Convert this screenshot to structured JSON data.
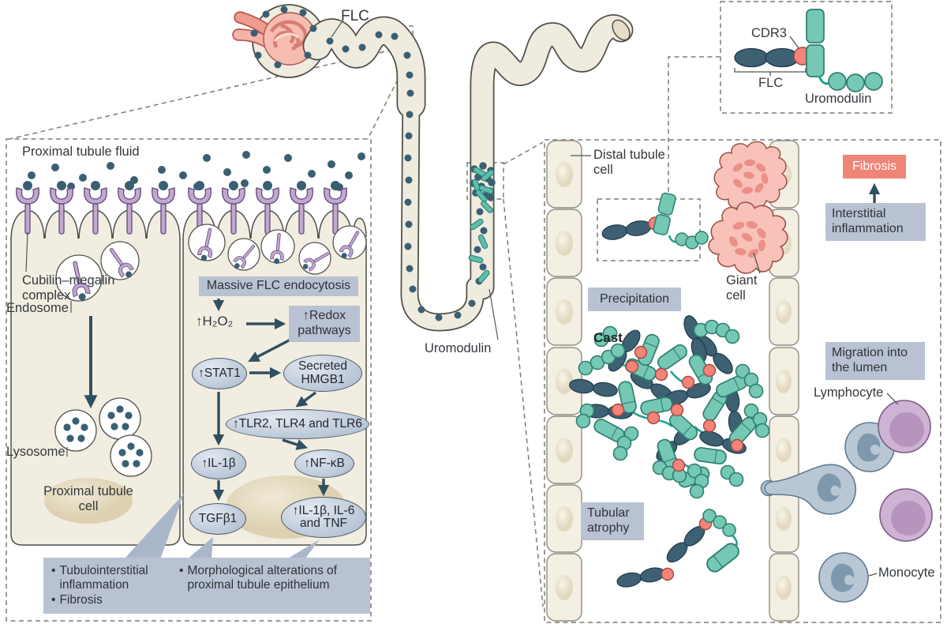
{
  "nephron": {
    "flc_label": "FLC",
    "uromodulin_label": "Uromodulin"
  },
  "inset": {
    "cdr3_label": "CDR3",
    "flc_label": "FLC",
    "uromodulin_label": "Uromodulin"
  },
  "left_panel": {
    "title": "Proximal tubule fluid",
    "cubilin_megalin_label": "Cubilin–megalin complex",
    "endosome_label": "Endosome",
    "lysosome_label": "Lysosome",
    "cell_label": "Proximal tubule cell",
    "pathway": {
      "endocytosis": "Massive FLC endocytosis",
      "h2o2": "↑H₂O₂",
      "redox": "↑Redox pathways",
      "stat1": "↑STAT1",
      "hmgb1": "Secreted HMGB1",
      "tlr": "↑TLR2, TLR4 and TLR6",
      "il1b": "↑IL-1β",
      "nfkb": "↑NF-κB",
      "tgfb1": "TGFβ1",
      "il1b_il6_tnf": "↑IL-1β, IL-6 and TNF"
    },
    "callouts": {
      "left": [
        "Tubulointerstitial inflammation",
        "Fibrosis"
      ],
      "right": [
        "Morphological alterations of proximal tubule epithelium"
      ]
    }
  },
  "right_panel": {
    "distal_tubule_cell_label": "Distal tubule cell",
    "precipitation_label": "Precipitation",
    "cast_label": "Cast",
    "tubular_atrophy_label": "Tubular atrophy",
    "giant_cell_label": "Giant cell",
    "fibrosis_label": "Fibrosis",
    "interstitial_inflammation_label": "Interstitial inflammation",
    "migration_label": "Migration into the lumen",
    "lymphocyte_label": "Lymphocyte",
    "monocyte_label": "Monocyte"
  },
  "colors": {
    "accent_box": "#b8c2d2",
    "fibrosis_box": "#ef8577",
    "flc_dark": "#3d6073",
    "uromodulin_teal": "#74c8b4",
    "cdr3_red": "#f4837a"
  }
}
